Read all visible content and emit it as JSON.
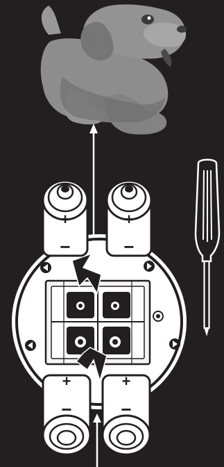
{
  "diagram": {
    "symbols": {
      "positive": "+",
      "negative": "−"
    },
    "colors": {
      "background": "#231f20",
      "line": "#ffffff",
      "battery_fill": "#ffffff",
      "battery_stroke": "#231f20",
      "compartment_fill": "#f7f7f7",
      "plush_fur": "#9a9a9a",
      "plush_shadow": "#6f6f6f"
    },
    "icons": [
      "puppy-plush-illustration",
      "screwdriver-icon",
      "battery-compartment",
      "aa-battery",
      "insert-arrow"
    ],
    "battery_count": 4
  }
}
